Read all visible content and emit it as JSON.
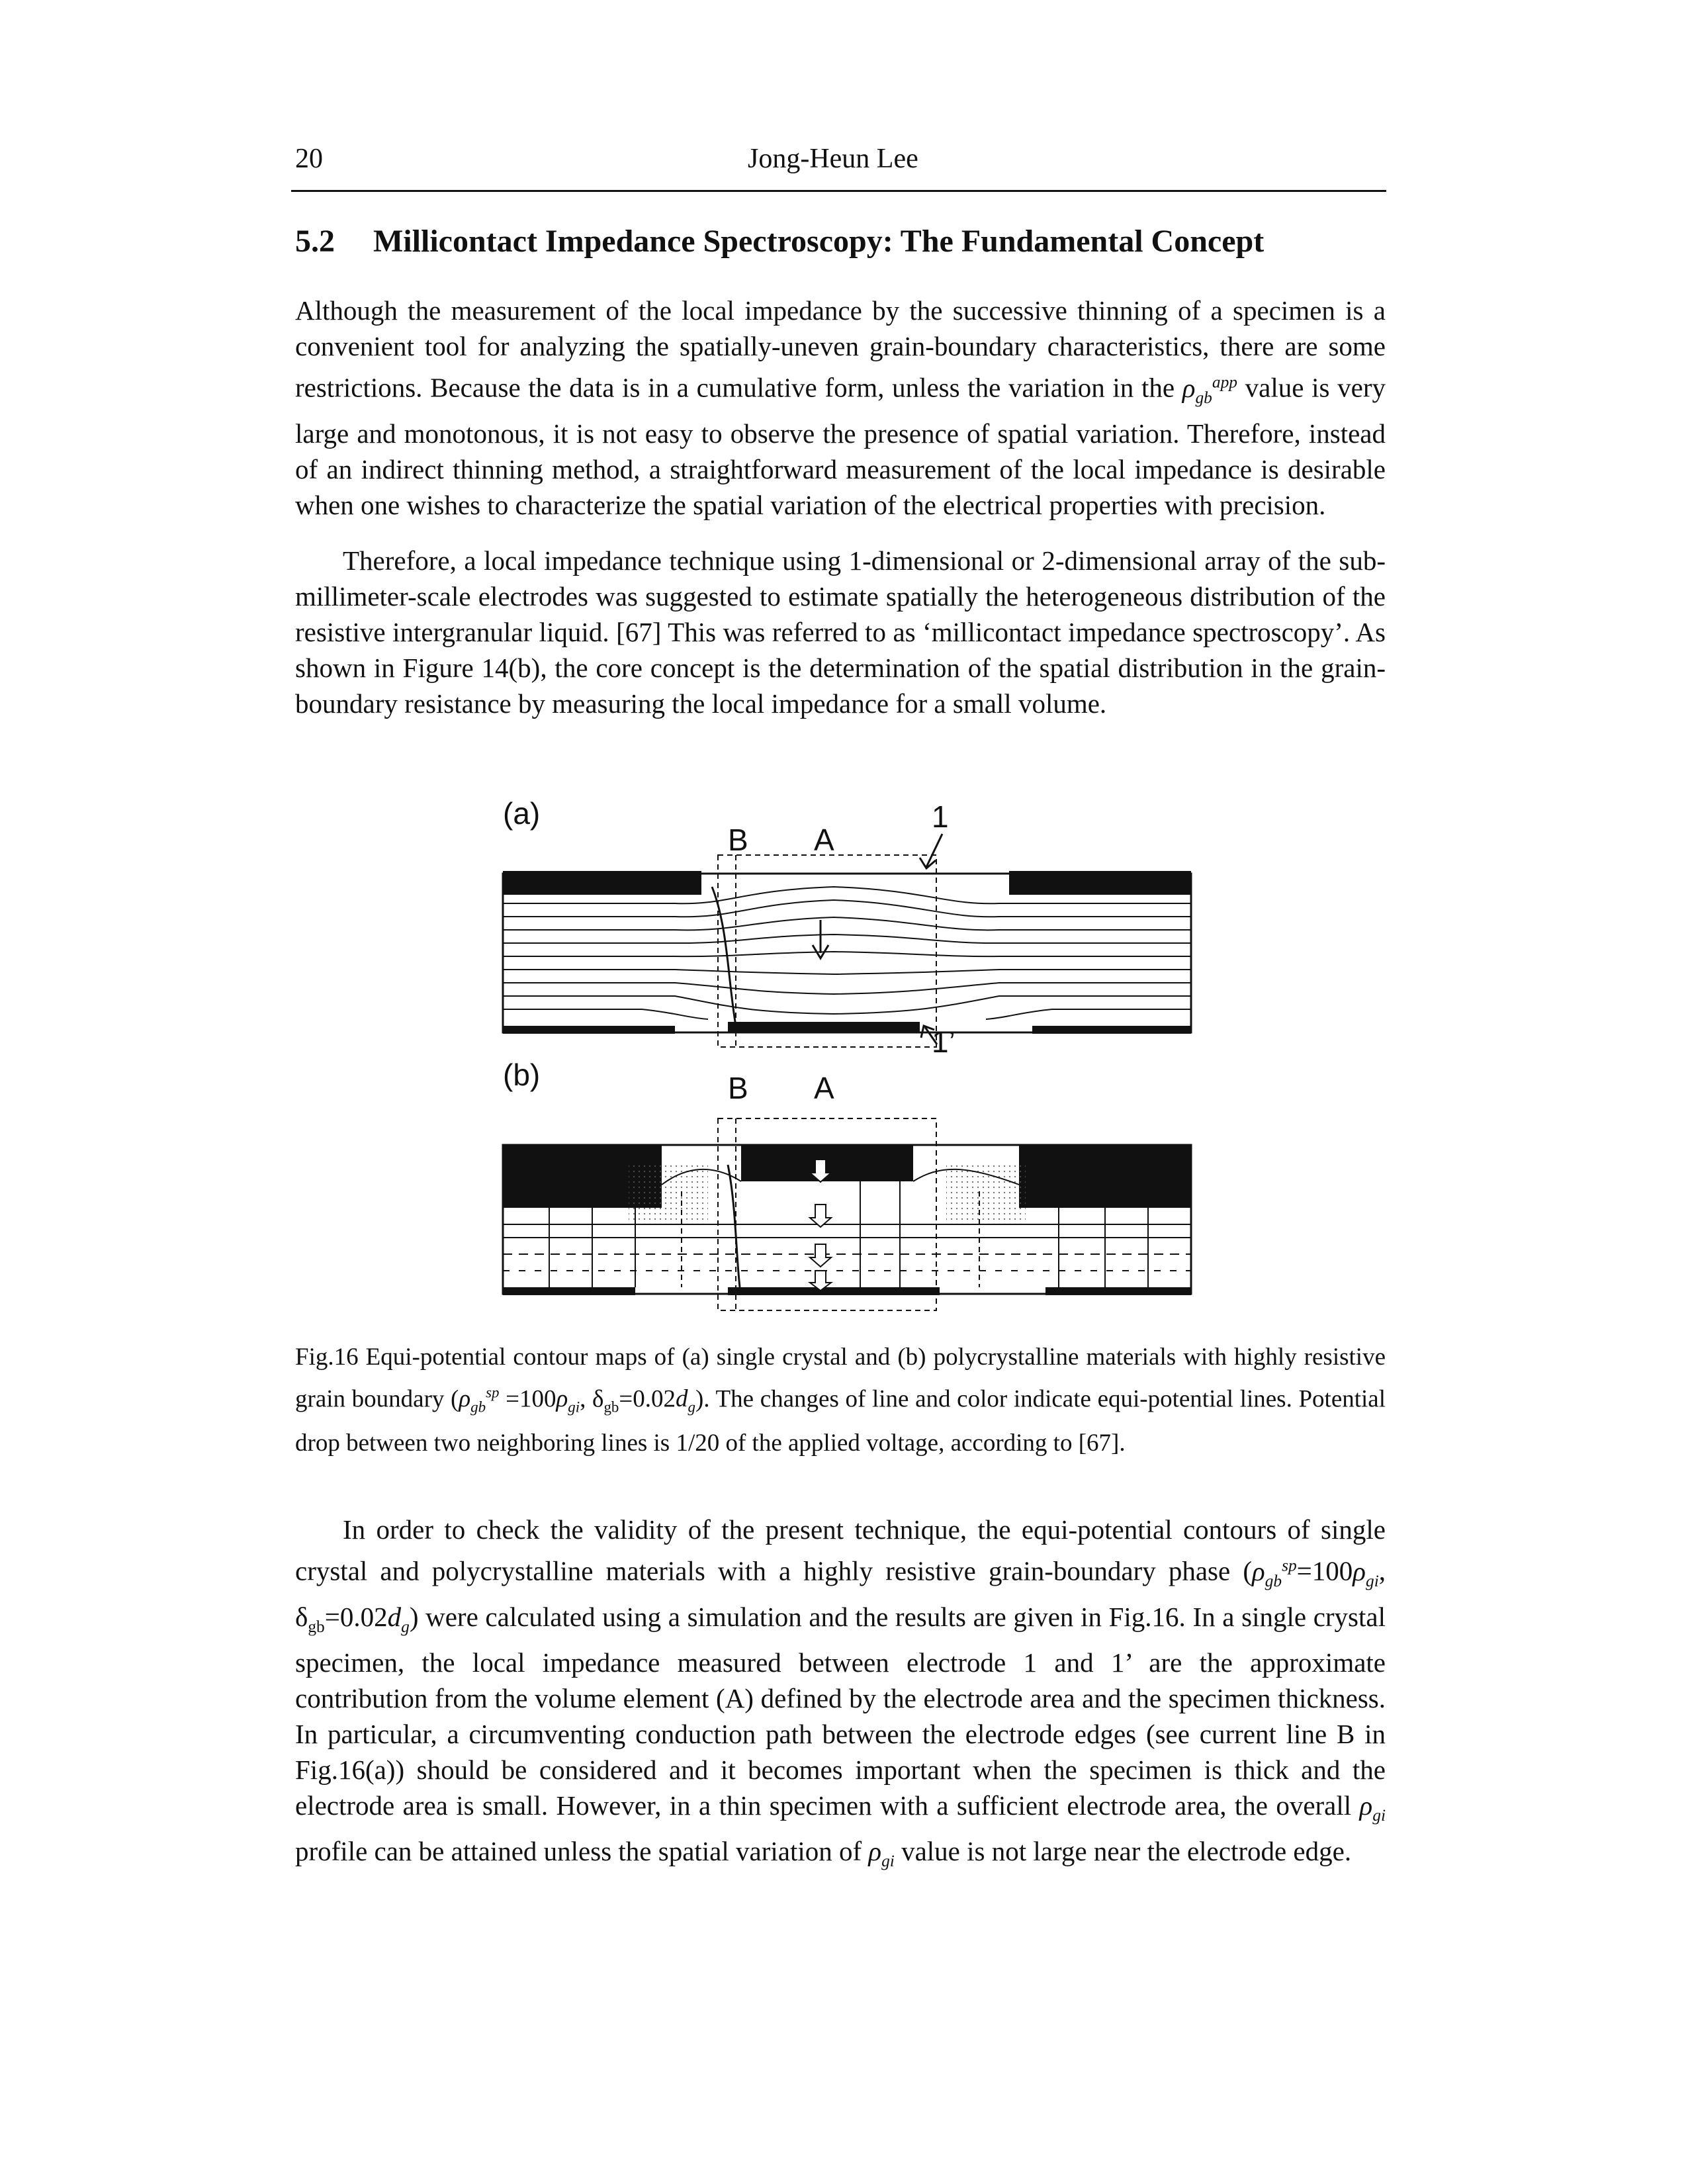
{
  "header": {
    "page_number": "20",
    "running_head": "Jong-Heun Lee"
  },
  "section": {
    "number": "5.2",
    "title": "Millicontact Impedance Spectroscopy: The Fundamental Concept"
  },
  "paragraphs": {
    "p1_a": "Although the measurement of the local impedance by the successive thinning of a specimen is a convenient tool for analyzing the spatially-uneven grain-boundary characteristics, there are some restrictions. Because the data is in a cumulative form, unless the variation in the ",
    "p1_b": " value is very large and monotonous, it is not easy to observe the presence of spatial variation. Therefore, instead of an indirect thinning method, a straightforward measurement of the local impedance is desirable when one wishes to characterize the spatial variation of the electrical properties with precision.",
    "p2": "Therefore, a local impedance technique using 1-dimensional or 2-dimensional array of the sub-millimeter-scale electrodes was suggested to estimate spatially the heterogeneous distribution of the resistive intergranular liquid. [67] This was referred to as ‘millicontact impedance spectroscopy’. As shown in Figure 14(b), the core concept is the determination of the spatial distribution in the grain-boundary resistance by measuring the local impedance for a small volume.",
    "p3_a": "In order to check the validity of the present technique, the equi-potential contours of single crystal and polycrystalline materials with a highly resistive grain-boundary phase (",
    "p3_b": "=100",
    "p3_c": ", ",
    "p3_d": "=0.02",
    "p3_e": ") were calculated using a simulation and the results are given in Fig.16. In a single crystal specimen, the local impedance measured between electrode 1 and 1’ are the approximate contribution from the volume element (A) defined by the electrode area and the specimen thickness. In particular, a circumventing conduction path between the electrode edges (see current line B in Fig.16(a)) should be considered and it becomes important when the specimen is thick and the electrode area is small. However, in a thin specimen with a sufficient electrode area, the overall ",
    "p3_f": " profile can be attained unless the spatial variation of ",
    "p3_g": " value is not large near the electrode edge."
  },
  "symbols": {
    "rho": "ρ",
    "delta": "δ",
    "d": "d",
    "sub_gb": "gb",
    "sub_gi": "gi",
    "sub_g": "g",
    "sup_app": "app",
    "sup_sp": "sp"
  },
  "figure": {
    "label_a": "(a)",
    "label_b": "(b)",
    "volume_label_B": "B",
    "volume_label_A": "A",
    "electrode_top": "1",
    "electrode_bottom": "1’"
  },
  "caption": {
    "part1": "Fig.16 Equi-potential contour maps of (a) single crystal and (b) polycrystalline materials with highly resistive grain boundary (",
    "part2": " =100",
    "part3": ", ",
    "part4": "=0.02",
    "part5": "). The changes of line and color indicate equi-potential lines. Potential drop between two neighboring lines is 1/20 of the applied voltage, according to [67]."
  }
}
